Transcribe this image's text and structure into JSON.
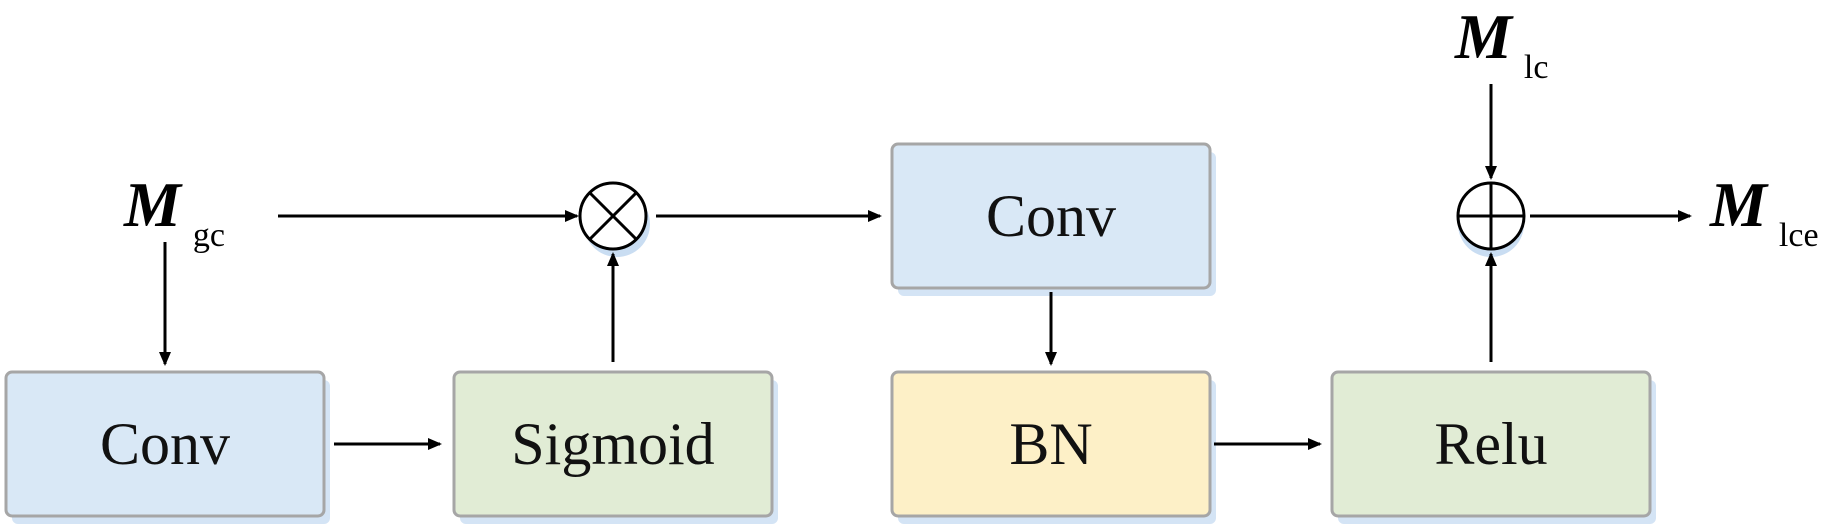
{
  "colors": {
    "conv_fill": "#d9e8f6",
    "sigmoid_fill": "#e1ecd5",
    "bn_fill": "#fdf0c7",
    "relu_fill": "#e1ecd5",
    "box_border": "#a6a6a6",
    "box_shadow": "#d4e4f5",
    "operator_shadow": "#c9ddf2"
  },
  "inputs": {
    "mgc": {
      "main": "M",
      "sub": "gc"
    },
    "mlc": {
      "main": "M",
      "sub": "lc"
    }
  },
  "output": {
    "mlce": {
      "main": "M",
      "sub": "lce"
    }
  },
  "operators": {
    "multiply": {
      "symbol": "⊗"
    },
    "add": {
      "symbol": "⊕"
    }
  },
  "blocks": {
    "conv_bottom": "Conv",
    "sigmoid": "Sigmoid",
    "conv_top": "Conv",
    "bn": "BN",
    "relu": "Relu"
  }
}
